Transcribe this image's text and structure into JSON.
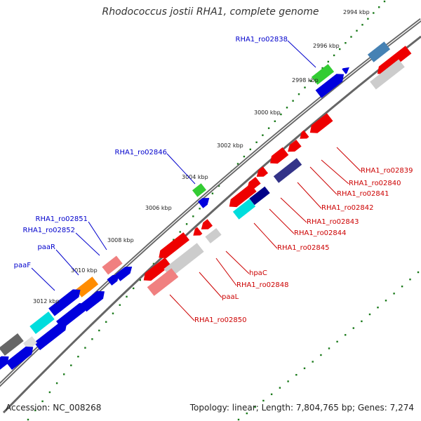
{
  "title": "Rhodococcus jostii RHA1, complete genome",
  "footer": {
    "accession_label": "Accession:",
    "accession": "NC_008268",
    "topology_label": "Topology:",
    "topology": "linear;",
    "length_label": "Length:",
    "length": "7,804,765 bp;",
    "genes_label": "Genes:",
    "genes": "7,274"
  },
  "ticks": [
    "2994 kbp",
    "2996 kbp",
    "2998 kbp",
    "3000 kbp",
    "3002 kbp",
    "3004 kbp",
    "3006 kbp",
    "3008 kbp",
    "3010 kbp",
    "3012 kbp"
  ],
  "forward_genes": [
    "RHA1_ro02838",
    "RHA1_ro02846",
    "RHA1_ro02851",
    "RHA1_ro02852",
    "paaR",
    "paaF"
  ],
  "reverse_genes": [
    "RHA1_ro02839",
    "RHA1_ro02840",
    "RHA1_ro02841",
    "RHA1_ro02842",
    "RHA1_ro02843",
    "RHA1_ro02844",
    "RHA1_ro02845",
    "hpaC",
    "RHA1_ro02848",
    "paaL",
    "RHA1_ro02850"
  ],
  "colors": {
    "forward": "#0000dd",
    "reverse": "#ee0000",
    "tick": "#1a7a1a",
    "label_forward": "#0000cc",
    "label_reverse": "#cc0000",
    "backbone": "#666666"
  }
}
